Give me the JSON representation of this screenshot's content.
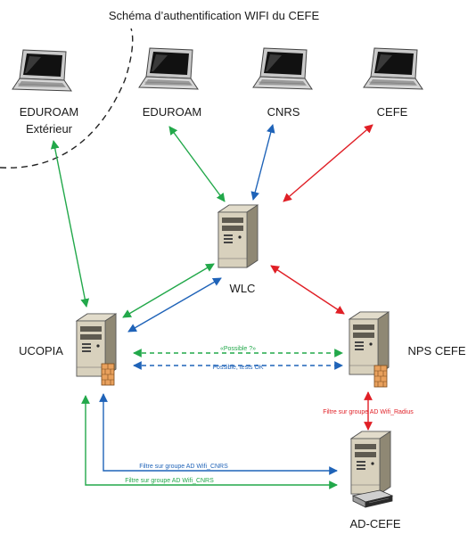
{
  "title": "Schéma d’authentification WIFI du CEFE",
  "colors": {
    "green": "#22a84a",
    "blue": "#1f63b8",
    "red": "#e01f26",
    "server_body": "#cfc8b4",
    "server_dark": "#6e6a5e",
    "laptop_screen": "#111111"
  },
  "clients": {
    "eduroam_ext": {
      "line1": "EDUROAM",
      "line2": "Extérieur",
      "icon": "laptop-icon"
    },
    "eduroam": {
      "label": "EDUROAM",
      "icon": "laptop-icon"
    },
    "cnrs": {
      "label": "CNRS",
      "icon": "laptop-icon"
    },
    "cefe": {
      "label": "CEFE",
      "icon": "laptop-icon"
    }
  },
  "servers": {
    "wlc": {
      "label": "WLC",
      "icon": "server-icon"
    },
    "ucopia": {
      "label": "UCOPIA",
      "icon": "server-icon"
    },
    "nps": {
      "label": "NPS CEFE",
      "icon": "server-icon"
    },
    "ad": {
      "label": "AD-CEFE",
      "icon": "server-icon"
    }
  },
  "links": {
    "possible_question": "«Possible ?»",
    "possible_tests": "Possible, tests OK",
    "filtre_radius": "Filtre sur groupe AD Wifi_Radius",
    "filtre_cnrs_blue": "Filtre sur groupe AD Wifi_CNRS",
    "filtre_cnrs_green": "Filtre sur groupe AD Wifi_CNRS"
  }
}
